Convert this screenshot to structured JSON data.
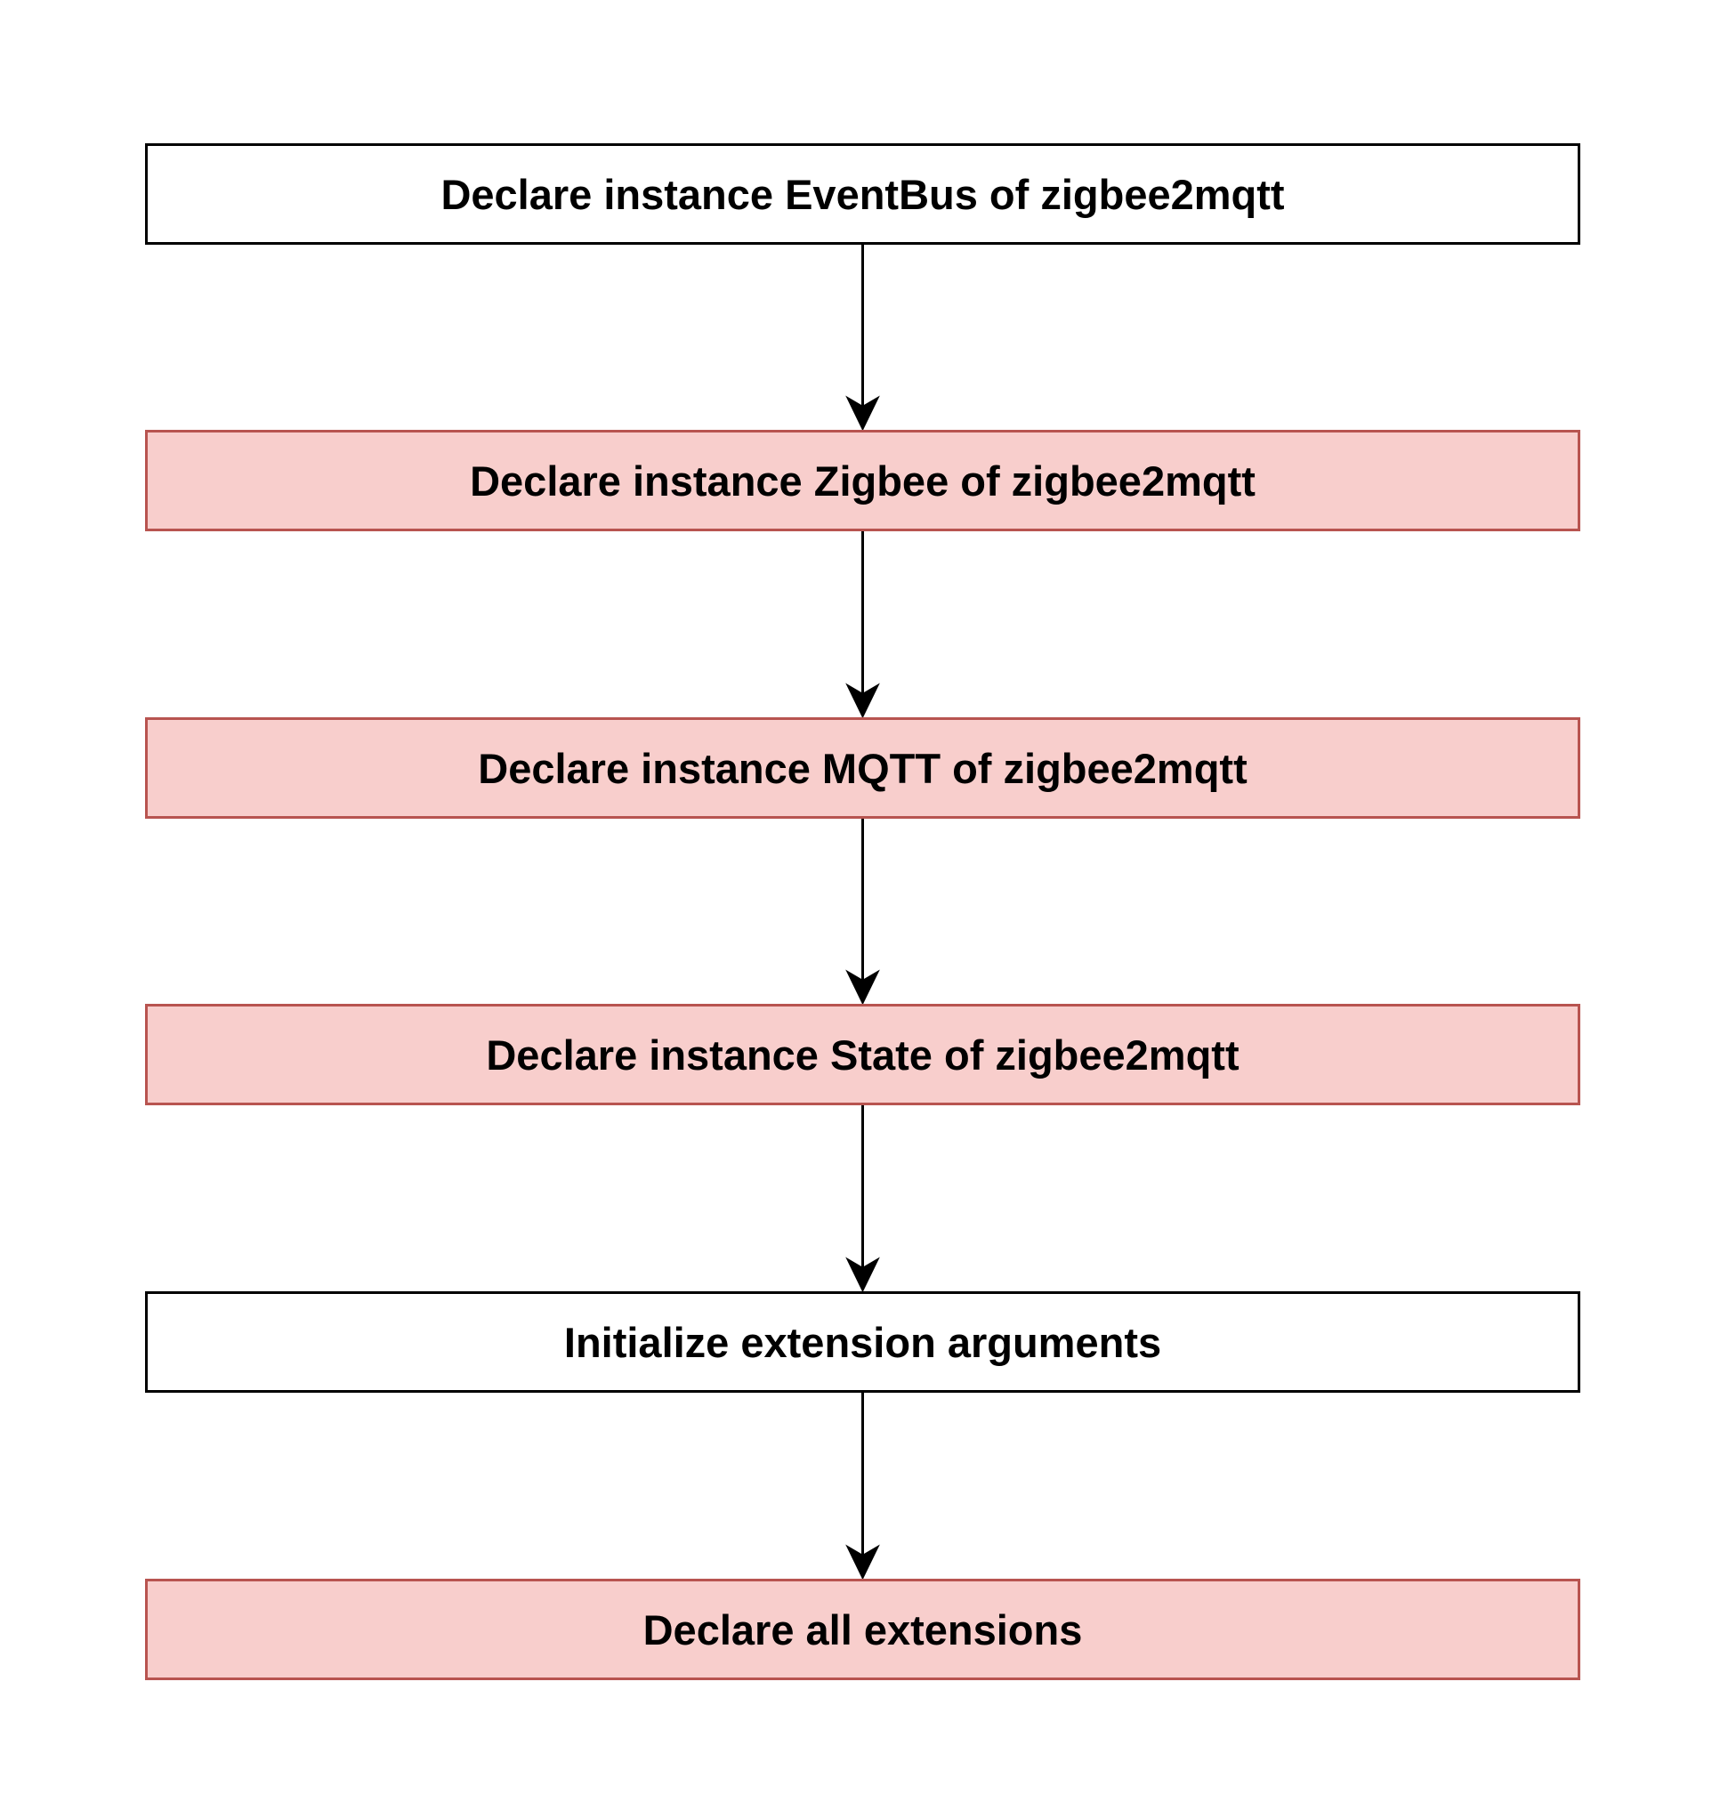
{
  "diagram": {
    "type": "vertical-flowchart",
    "nodes": [
      {
        "id": "n1",
        "label": "Declare instance EventBus of zigbee2mqtt",
        "style": "plain"
      },
      {
        "id": "n2",
        "label": "Declare instance Zigbee of zigbee2mqtt",
        "style": "highlight"
      },
      {
        "id": "n3",
        "label": "Declare instance MQTT of zigbee2mqtt",
        "style": "highlight"
      },
      {
        "id": "n4",
        "label": "Declare instance State of zigbee2mqtt",
        "style": "highlight"
      },
      {
        "id": "n5",
        "label": "Initialize extension arguments",
        "style": "plain"
      },
      {
        "id": "n6",
        "label": "Declare all extensions",
        "style": "highlight"
      }
    ],
    "edges": [
      {
        "from": "n1",
        "to": "n2"
      },
      {
        "from": "n2",
        "to": "n3"
      },
      {
        "from": "n3",
        "to": "n4"
      },
      {
        "from": "n4",
        "to": "n5"
      },
      {
        "from": "n5",
        "to": "n6"
      }
    ],
    "colors": {
      "plain_fill": "#ffffff",
      "plain_stroke": "#000000",
      "highlight_fill": "#f8cecc",
      "highlight_stroke": "#b85450",
      "arrow": "#000000"
    }
  }
}
